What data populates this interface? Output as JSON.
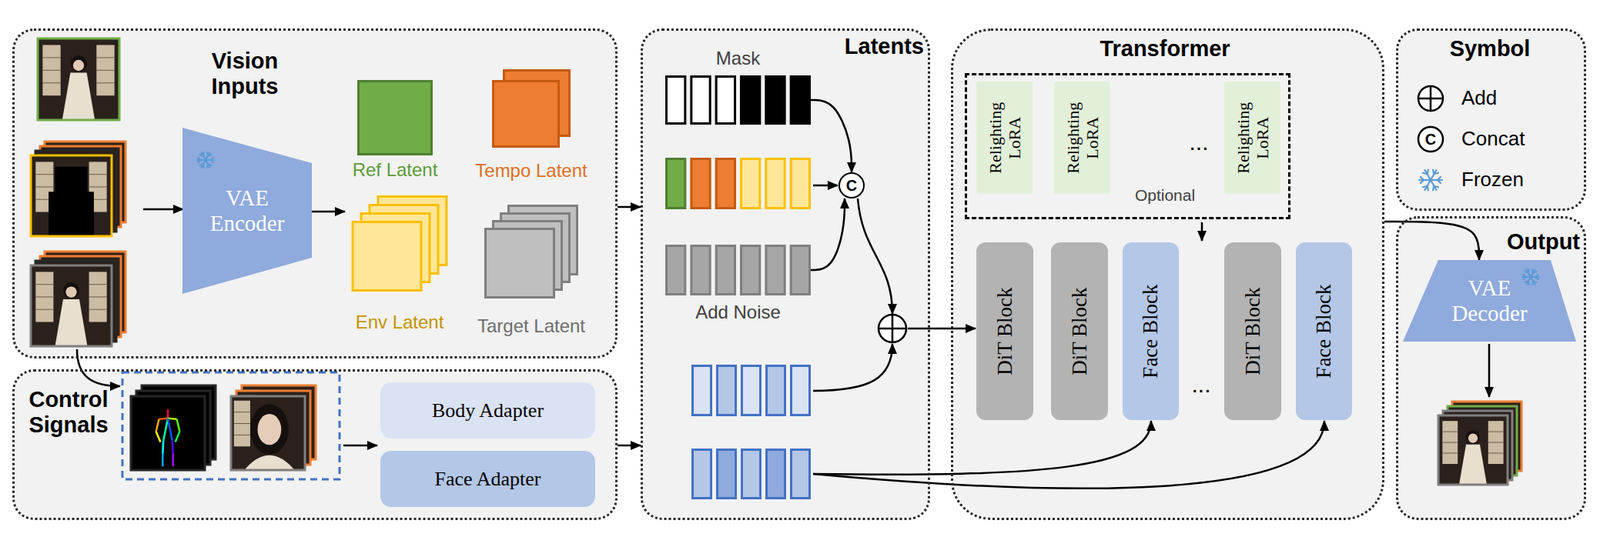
{
  "diagram": {
    "nodes": [
      {
        "text": [
          "Vision Inputs"
        ]
      },
      {
        "text": [
          "VAE Encoder"
        ],
        "in": 0
      },
      {
        "text": [
          "Ref Latent"
        ],
        "in": 0
      },
      {
        "text": [
          "Tempo Latent"
        ],
        "in": 0
      },
      {
        "text": [
          "Env Latent"
        ],
        "in": 0
      },
      {
        "text": [
          "Target Latent"
        ],
        "in": 0
      },
      {
        "text": [
          "Control Signals"
        ]
      },
      {
        "text": [
          "Body Adapter"
        ],
        "in": 6
      },
      {
        "text": [
          "Face Adapter"
        ],
        "in": 6
      },
      {
        "text": [
          "Latents"
        ]
      },
      {
        "text": [
          "Mask"
        ],
        "in": 9
      },
      {
        "text": [
          "C"
        ],
        "in": 9
      },
      {
        "text": [
          "Add Noise"
        ],
        "in": 9
      },
      {
        "text": [
          "Transformer",
          "..."
        ]
      },
      {
        "text": [
          "...",
          "Optional"
        ],
        "in": 13
      },
      {
        "text": [
          "Relighting LoRA"
        ],
        "in": 14
      },
      {
        "text": [
          "Relighting LoRA"
        ],
        "in": 14
      },
      {
        "text": [
          "Relighting LoRA"
        ],
        "in": 14
      },
      {
        "text": [
          "DiT Block"
        ],
        "in": 13
      },
      {
        "text": [
          "DiT Block"
        ],
        "in": 13
      },
      {
        "text": [
          "Face Block"
        ],
        "in": 13
      },
      {
        "text": [
          "DiT Block"
        ],
        "in": 13
      },
      {
        "text": [
          "Face Block"
        ],
        "in": 13
      },
      {
        "text": [
          "Symbol"
        ]
      },
      {
        "text": [
          "Output"
        ]
      },
      {
        "text": [
          "VAE Decoder"
        ],
        "in": 24
      }
    ],
    "edges": [
      {
        "from": 0,
        "to": 9,
        "arrow": "to"
      },
      {
        "from": 6,
        "to": 9,
        "arrow": "to"
      },
      {
        "from": 10,
        "to": 11,
        "arrow": "to"
      },
      {
        "from": 12,
        "to": 11,
        "arrow": "to"
      },
      {
        "from": 13,
        "to": 25,
        "arrow": "to"
      }
    ],
    "labels": [
      "C"
    ],
    "legend": [
      {
        "text": "Add"
      },
      {
        "text": "Concat"
      },
      {
        "text": "Frozen"
      }
    ]
  }
}
